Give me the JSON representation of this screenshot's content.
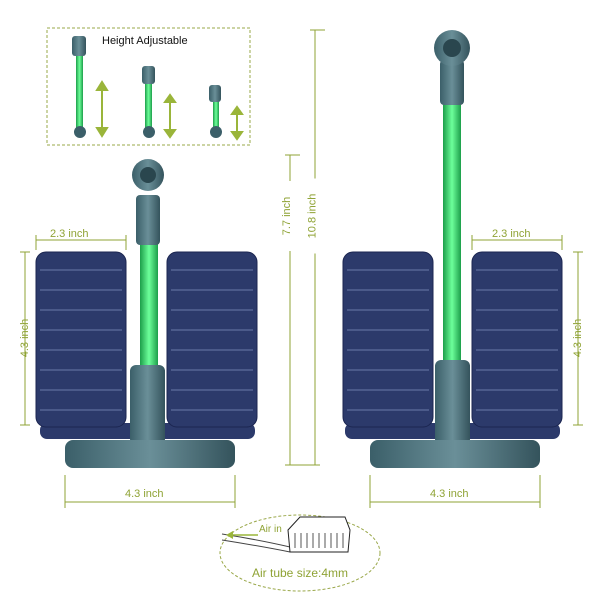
{
  "inset": {
    "title": "Height Adjustable"
  },
  "left_filter": {
    "sponge_width": "2.3 inch",
    "sponge_height": "4.3 inch",
    "base_width": "4.3 inch"
  },
  "right_filter": {
    "sponge_width": "2.3 inch",
    "sponge_height": "4.3 inch",
    "base_width": "4.3 inch"
  },
  "heights": {
    "min": "7.7 inch",
    "max": "10.8 inch"
  },
  "pump": {
    "air_label": "Air in",
    "tube_label": "Air tube size:4mm"
  },
  "colors": {
    "dimension": "#8fa335",
    "sponge": "#2c3a6b",
    "pipe": "#4a6f7a",
    "tube": "#3fe07a"
  }
}
